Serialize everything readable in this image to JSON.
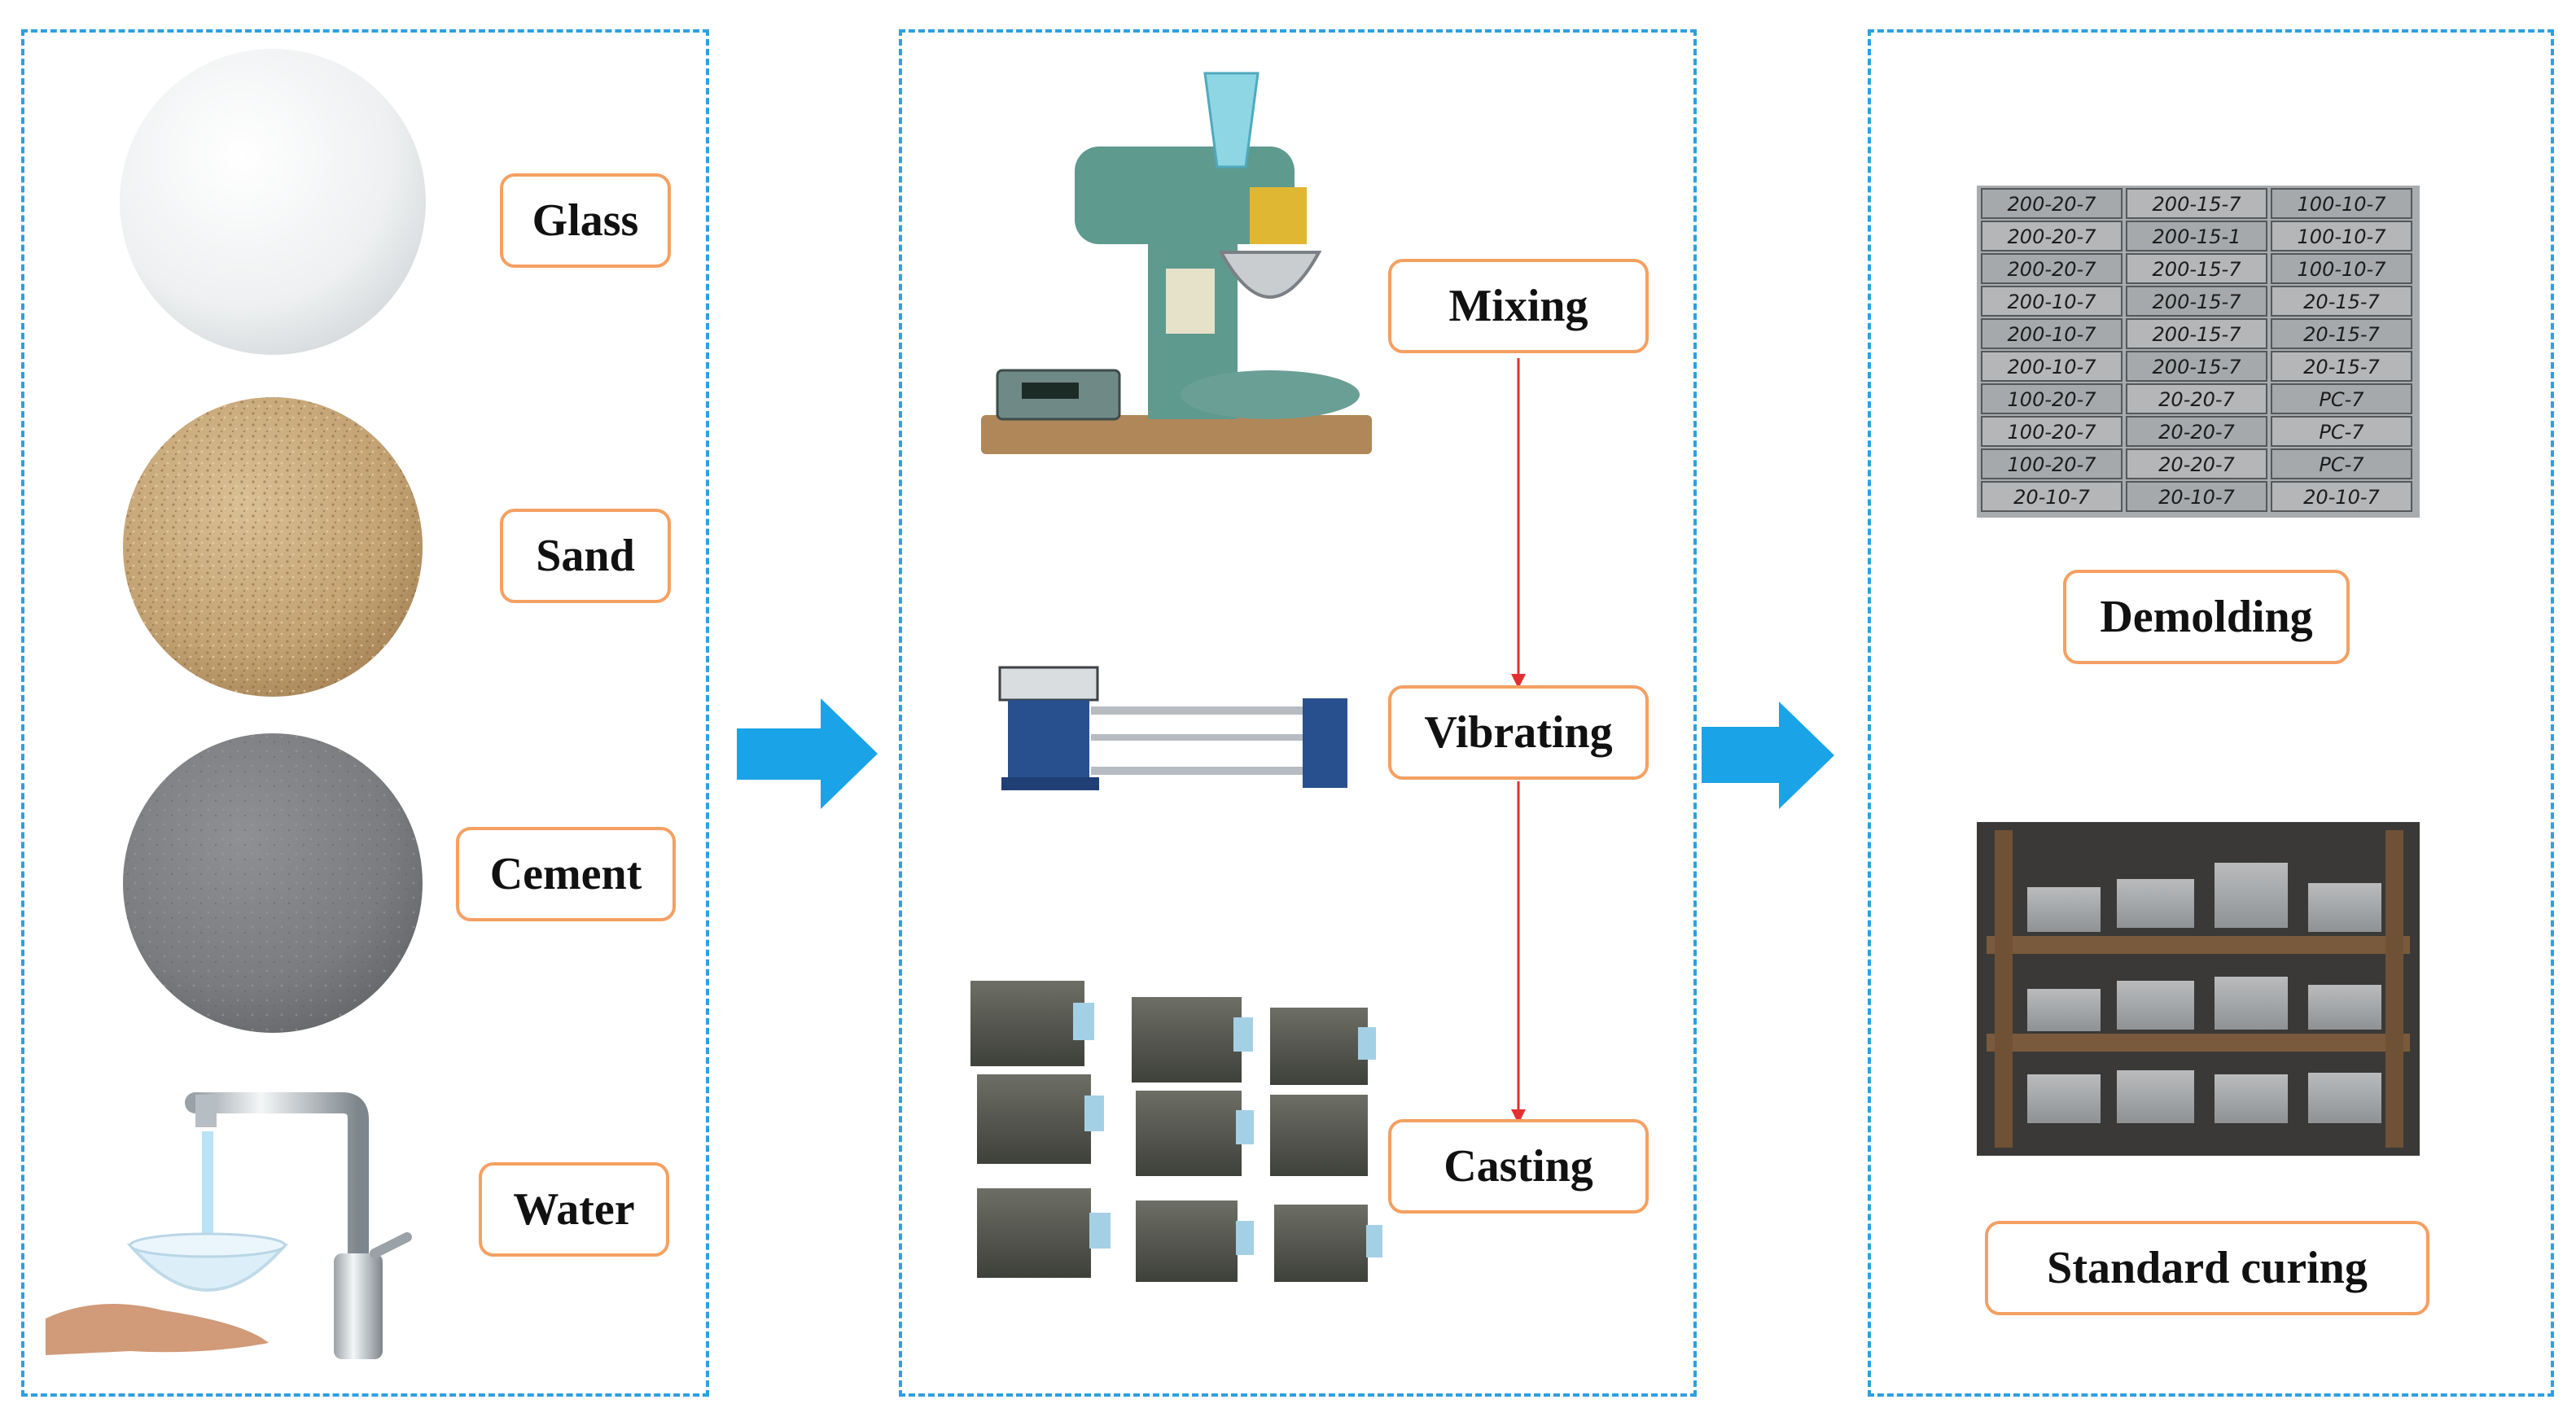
{
  "materials": {
    "glass": "Glass",
    "sand": "Sand",
    "cement": "Cement",
    "water": "Water"
  },
  "processes": {
    "mixing": "Mixing",
    "vibrating": "Vibrating",
    "casting": "Casting"
  },
  "results": {
    "demolding": "Demolding",
    "curing": "Standard curing"
  },
  "specimen_labels": [
    [
      "200-20-7",
      "200-15-7",
      "100-10-7"
    ],
    [
      "200-20-7",
      "200-15-1",
      "100-10-7"
    ],
    [
      "200-20-7",
      "200-15-7",
      "100-10-7"
    ],
    [
      "200-10-7",
      "200-15-7",
      "20-15-7"
    ],
    [
      "200-10-7",
      "200-15-7",
      "20-15-7"
    ],
    [
      "200-10-7",
      "200-15-7",
      "20-15-7"
    ],
    [
      "100-20-7",
      "20-20-7",
      "PC-7"
    ],
    [
      "100-20-7",
      "20-20-7",
      "PC-7"
    ],
    [
      "100-20-7",
      "20-20-7",
      "PC-7"
    ],
    [
      "20-10-7",
      "20-10-7",
      "20-10-7"
    ]
  ],
  "colors": {
    "panel_border": "#2f9fe0",
    "label_border": "#f4a062",
    "flow_arrow": "#e23030",
    "big_arrow": "#1aa3e6"
  }
}
